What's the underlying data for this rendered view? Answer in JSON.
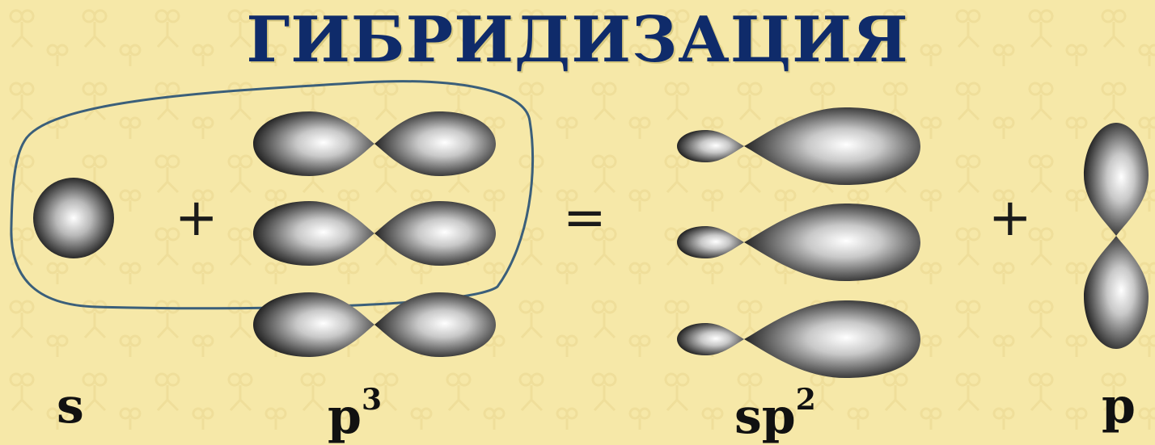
{
  "title": "ГИБРИДИЗАЦИЯ",
  "operators": {
    "plus": "+",
    "equals": "="
  },
  "labels": {
    "s": "s",
    "p3_base": "p",
    "p3_sup": "3",
    "sp2_base": "sp",
    "sp2_sup": "2",
    "p": "p"
  },
  "colors": {
    "background": "#f6e8a8",
    "title": "#0f2b6a",
    "outline": "#3b5f7a"
  }
}
